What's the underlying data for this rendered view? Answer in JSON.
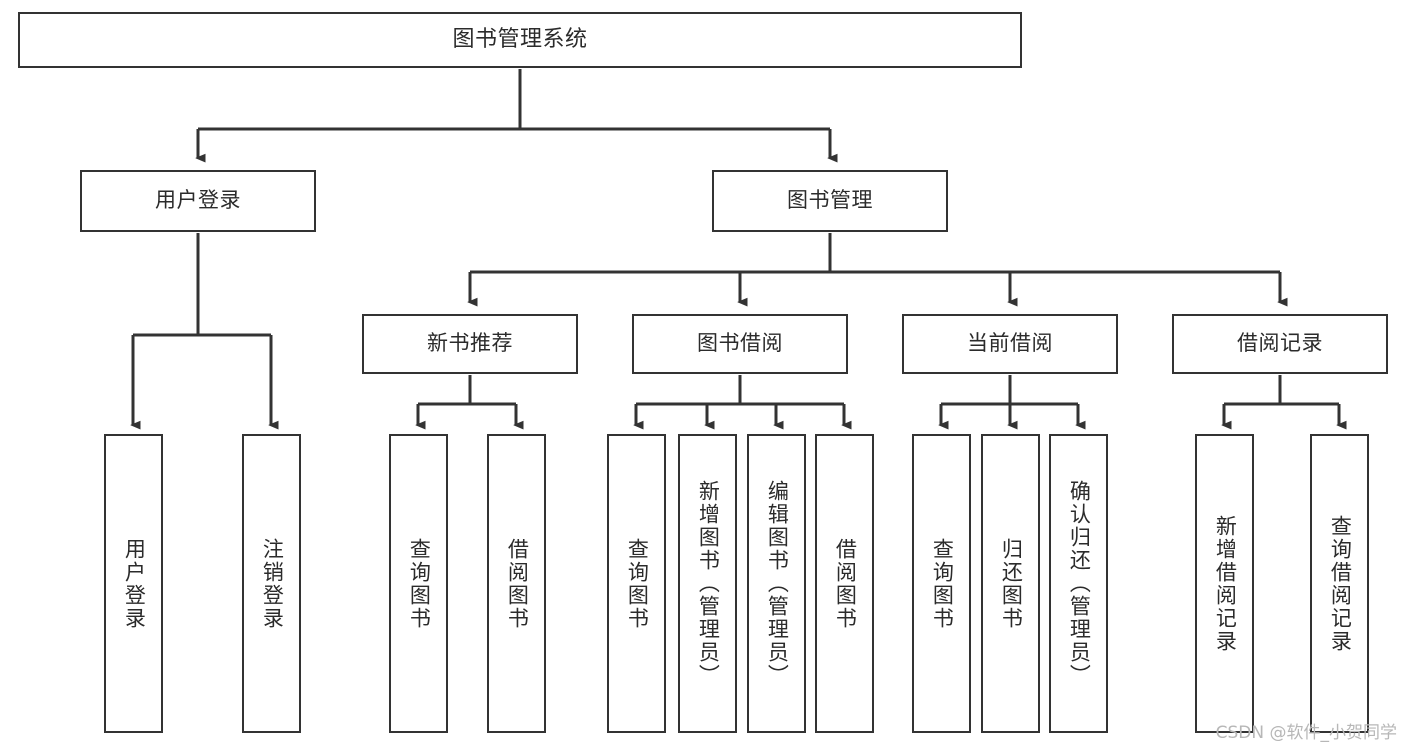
{
  "diagram": {
    "title": "图书管理系统",
    "type": "tree",
    "watermark": "CSDN @软件_小贺同学",
    "colors": {
      "box_border": "#333333",
      "box_fill": "#ffffff",
      "connector": "#333333",
      "text": "#2b2b2b",
      "watermark": "#b7b7b7"
    },
    "root": {
      "label": "图书管理系统"
    },
    "level2": [
      {
        "label": "用户登录"
      },
      {
        "label": "图书管理"
      }
    ],
    "level3": [
      {
        "label": "新书推荐"
      },
      {
        "label": "图书借阅"
      },
      {
        "label": "当前借阅"
      },
      {
        "label": "借阅记录"
      }
    ],
    "leaves": {
      "user_login": [
        {
          "label": "用户登录"
        },
        {
          "label": "注销登录"
        }
      ],
      "new_book_recommend": [
        {
          "label": "查询图书"
        },
        {
          "label": "借阅图书"
        }
      ],
      "book_borrow": [
        {
          "label": "查询图书"
        },
        {
          "label": "新增图书（管理员）"
        },
        {
          "label": "编辑图书（管理员）"
        },
        {
          "label": "借阅图书"
        }
      ],
      "current_borrow": [
        {
          "label": "查询图书"
        },
        {
          "label": "归还图书"
        },
        {
          "label": "确认归还（管理员）"
        }
      ],
      "borrow_record": [
        {
          "label": "新增借阅记录"
        },
        {
          "label": "查询借阅记录"
        }
      ]
    }
  }
}
